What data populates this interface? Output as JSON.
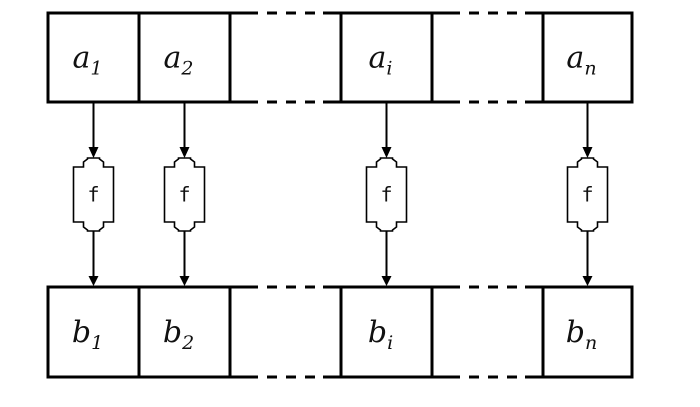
{
  "diagram": {
    "title": "",
    "input_array": {
      "name": "a",
      "cells": [
        {
          "base": "a",
          "sub": "1",
          "sub_italic": false
        },
        {
          "base": "a",
          "sub": "2",
          "sub_italic": false
        },
        {
          "gap": true
        },
        {
          "base": "a",
          "sub": "i",
          "sub_italic": true
        },
        {
          "gap": true
        },
        {
          "base": "a",
          "sub": "n",
          "sub_italic": true
        }
      ]
    },
    "output_array": {
      "name": "b",
      "cells": [
        {
          "base": "b",
          "sub": "1",
          "sub_italic": false
        },
        {
          "base": "b",
          "sub": "2",
          "sub_italic": false
        },
        {
          "gap": true
        },
        {
          "base": "b",
          "sub": "i",
          "sub_italic": true
        },
        {
          "gap": true
        },
        {
          "base": "b",
          "sub": "n",
          "sub_italic": true
        }
      ]
    },
    "function_label": "f",
    "mapped_indices": [
      "1",
      "2",
      "i",
      "n"
    ],
    "colors": {
      "stroke": "#000000",
      "background": "#ffffff"
    }
  }
}
